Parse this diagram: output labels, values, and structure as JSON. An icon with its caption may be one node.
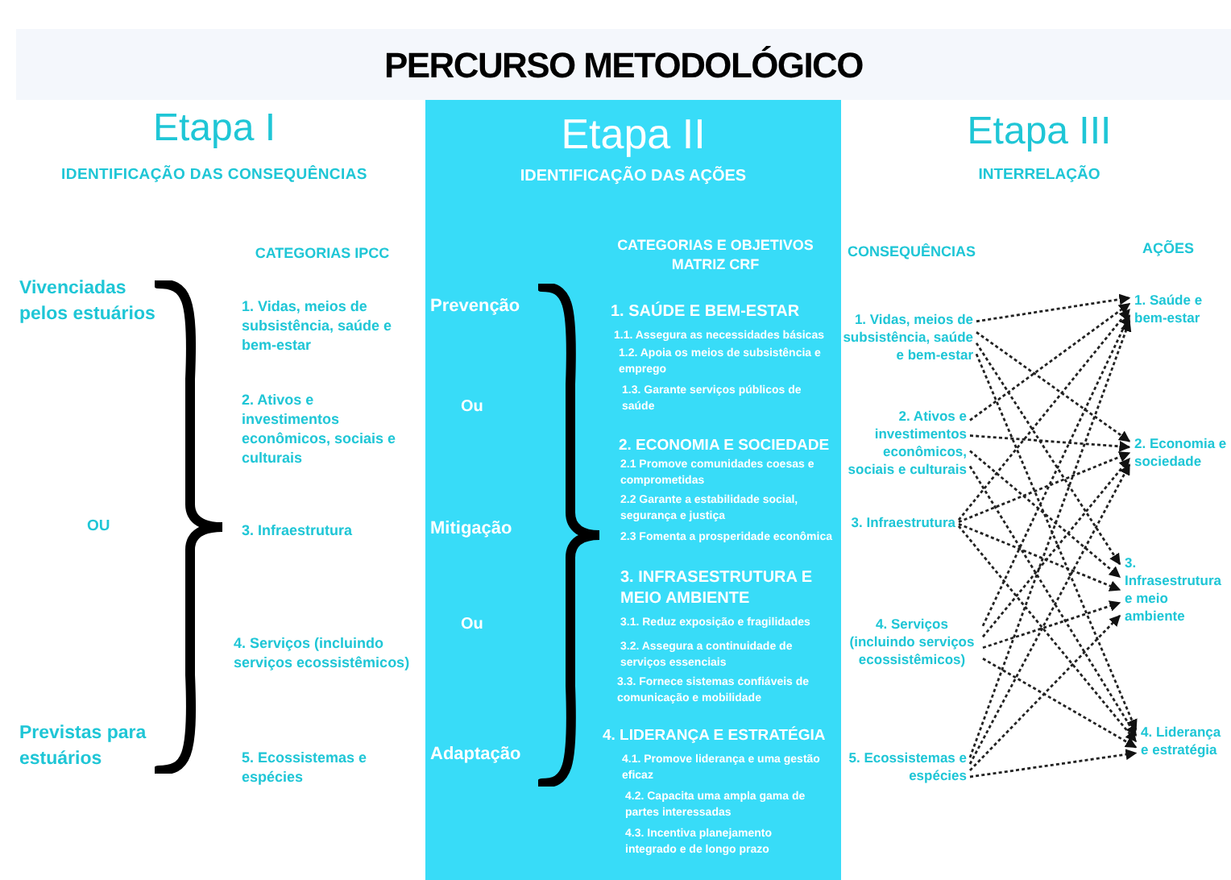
{
  "diagram": {
    "title": "PERCURSO METODOLÓGICO",
    "nodes": [
      {
        "text": [
          "Etapa II",
          "IDENTIFICAÇÃO DAS AÇÕES",
          "CATEGORIAS E OBJETIVOS MATRIZ CRF",
          "Prevenção",
          "Ou",
          "Mitigação",
          "Ou",
          "Adaptação",
          "1. SAÚDE E BEM-ESTAR",
          "1.1. Assegura as necessidades básicas",
          "1.2. Apoia os meios de subsistência e emprego",
          "1.3. Garante serviços públicos de saúde",
          "2. ECONOMIA E SOCIEDADE",
          "2.1 Promove comunidades coesas e comprometidas",
          "2.2 Garante a estabilidade social, segurança e justiça",
          "2.3 Fomenta a prosperidade econômica",
          "3. INFRASESTRUTURA E MEIO AMBIENTE",
          "3.1. Reduz exposição e fragilidades",
          "3.2. Assegura a continuidade de serviços essenciais",
          "3.3. Fornece sistemas confiáveis de comunicação e mobilidade",
          "4. LIDERANÇA E ESTRATÉGIA",
          "4.1. Promove liderança e uma gestão eficaz",
          "4.2. Capacita uma ampla gama de partes interessadas",
          "4.3. Incentiva planejamento integrado e de longo prazo"
        ]
      },
      {
        "text": [
          "1. Vidas, meios de subsistência, saúde e bem-estar"
        ]
      },
      {
        "text": [
          "2. Ativos e investimentos econômicos, sociais e culturais"
        ]
      },
      {
        "text": [
          "3. Infraestrutura"
        ]
      },
      {
        "text": [
          "4. Serviços (incluindo serviços ecossistêmicos)"
        ]
      },
      {
        "text": [
          "5. Ecossistemas e espécies"
        ]
      },
      {
        "text": [
          "1. Saúde e bem-estar"
        ]
      },
      {
        "text": [
          "2. Economia e sociedade"
        ]
      },
      {
        "text": [
          "3. Infrasestrutura e meio ambiente"
        ]
      },
      {
        "text": [
          "4. Liderança e estratégia"
        ]
      }
    ],
    "edges": [
      {
        "from": 1,
        "to": 6,
        "arrow": "to",
        "style": "dashed"
      },
      {
        "from": 1,
        "to": 7,
        "arrow": "to",
        "style": "dashed"
      },
      {
        "from": 1,
        "to": 8,
        "arrow": "to",
        "style": "dashed"
      },
      {
        "from": 1,
        "to": 9,
        "arrow": "to",
        "style": "dashed"
      },
      {
        "from": 2,
        "to": 6,
        "arrow": "to",
        "style": "dashed"
      },
      {
        "from": 2,
        "to": 7,
        "arrow": "to",
        "style": "dashed"
      },
      {
        "from": 2,
        "to": 8,
        "arrow": "to",
        "style": "dashed"
      },
      {
        "from": 2,
        "to": 9,
        "arrow": "to",
        "style": "dashed"
      },
      {
        "from": 3,
        "to": 6,
        "arrow": "to",
        "style": "dashed"
      },
      {
        "from": 3,
        "to": 7,
        "arrow": "to",
        "style": "dashed"
      },
      {
        "from": 3,
        "to": 8,
        "arrow": "to",
        "style": "dashed"
      },
      {
        "from": 3,
        "to": 9,
        "arrow": "to",
        "style": "dashed"
      },
      {
        "from": 4,
        "to": 6,
        "arrow": "to",
        "style": "dashed"
      },
      {
        "from": 4,
        "to": 7,
        "arrow": "to",
        "style": "dashed"
      },
      {
        "from": 4,
        "to": 8,
        "arrow": "to",
        "style": "dashed"
      },
      {
        "from": 4,
        "to": 9,
        "arrow": "to",
        "style": "dashed"
      },
      {
        "from": 5,
        "to": 6,
        "arrow": "to",
        "style": "dashed"
      },
      {
        "from": 5,
        "to": 7,
        "arrow": "to",
        "style": "dashed"
      },
      {
        "from": 5,
        "to": 8,
        "arrow": "to",
        "style": "dashed"
      },
      {
        "from": 5,
        "to": 9,
        "arrow": "to",
        "style": "dashed"
      }
    ],
    "labels": [
      "Etapa I",
      "IDENTIFICAÇÃO DAS CONSEQUÊNCIAS",
      "Etapa III",
      "INTERRELAÇÃO",
      "CATEGORIAS IPCC",
      "CONSEQUÊNCIAS",
      "AÇÕES",
      "Vivenciadas pelos estuários",
      "1. Vidas, meios de subsistência, saúde e bem-estar",
      "2. Ativos e investimentos econômicos, sociais e culturais",
      "OU",
      "3. Infraestrutura",
      "4. Serviços (incluindo serviços ecossistêmicos)",
      "Previstas para estuários",
      "5. Ecossistemas e espécies"
    ]
  }
}
